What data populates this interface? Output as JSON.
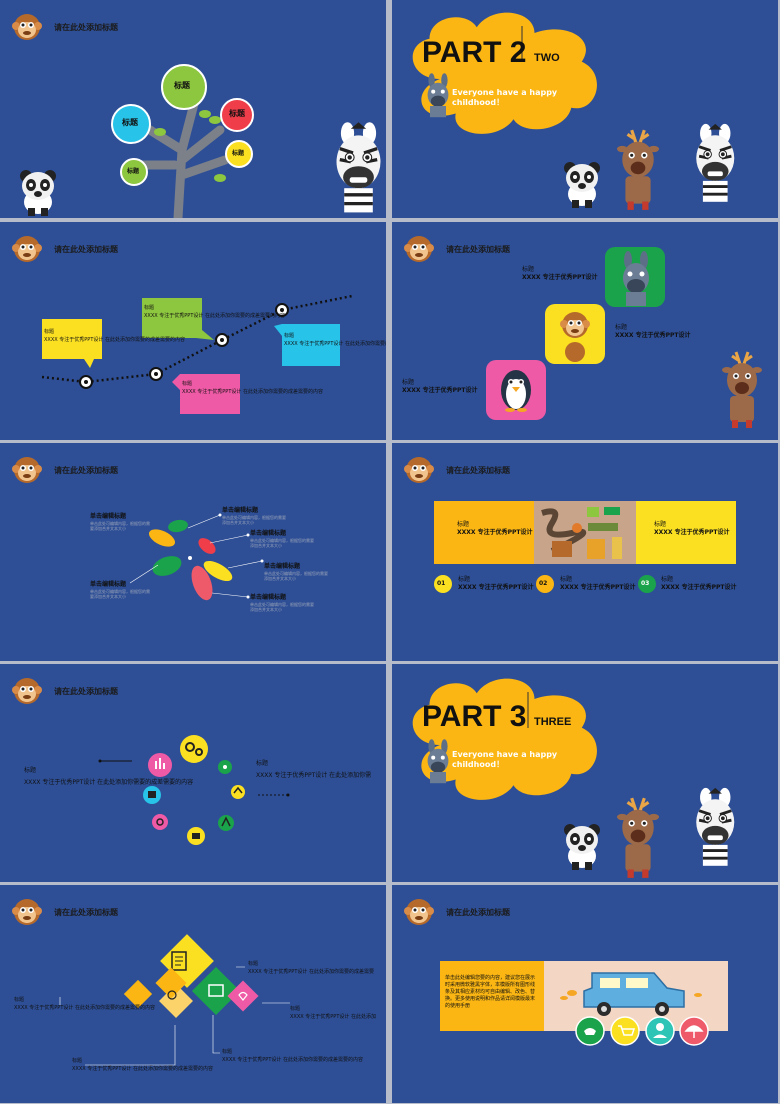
{
  "header_title": "请在此处添加标题",
  "slide1": {
    "bubbles": [
      "标题",
      "标题",
      "标题",
      "标题",
      "标题"
    ]
  },
  "slide2": {
    "part": "PART 2",
    "sub": "TWO",
    "tagline_1": "Everyone have a happy",
    "tagline_2": "childhood！"
  },
  "slide3": {
    "items": [
      {
        "title": "标题",
        "text": "XXXX 专注于优秀PPT设计 在此处添加你需要的成差需要的内容"
      },
      {
        "title": "标题",
        "text": "XXXX 专注于优秀PPT设计 在此处添加你需要的成差需要的内容"
      },
      {
        "title": "标题",
        "text": "XXXX 专注于优秀PPT设计 在此处添加你需要的成差需要的内容"
      },
      {
        "title": "标题",
        "text": "XXXX 专注于优秀PPT设计 在此处添加你需要的成差需要的内容"
      }
    ]
  },
  "slide4": {
    "items": [
      {
        "title": "标题",
        "text": "XXXX 专注于优秀PPT设计"
      },
      {
        "title": "标题",
        "text": "XXXX 专注于优秀PPT设计"
      },
      {
        "title": "标题",
        "text": "XXXX 专注于优秀PPT设计"
      }
    ]
  },
  "slide5": {
    "items": [
      {
        "title": "单击编辑标题",
        "text": "单击此处可编辑内容，根据您的需要添加合并文本大小"
      },
      {
        "title": "单击编辑标题",
        "text": "单击此处可编辑内容，根据您的需要添加合并文本大小"
      },
      {
        "title": "单击编辑标题",
        "text": "单击此处可编辑内容，根据您的需要添加合并文本大小"
      },
      {
        "title": "单击编辑标题",
        "text": "单击此处可编辑内容，根据您的需要添加合并文本大小"
      },
      {
        "title": "单击编辑标题",
        "text": "单击此处可编辑内容，根据您的需要添加合并文本大小"
      },
      {
        "title": "单击编辑标题",
        "text": "单击此处可编辑内容，根据您的需要添加合并文本大小"
      }
    ]
  },
  "slide6": {
    "box_left": {
      "title": "标题",
      "text": "XXXX 专注于优秀PPT设计"
    },
    "box_right": {
      "title": "标题",
      "text": "XXXX 专注于优秀PPT设计"
    },
    "steps": [
      {
        "num": "01",
        "title": "标题",
        "text": "XXXX 专注于优秀PPT设计"
      },
      {
        "num": "02",
        "title": "标题",
        "text": "XXXX 专注于优秀PPT设计"
      },
      {
        "num": "03",
        "title": "标题",
        "text": "XXXX 专注于优秀PPT设计"
      }
    ]
  },
  "slide7": {
    "left": {
      "title": "标题",
      "text": "XXXX 专注于优秀PPT设计 在此处添加你需要的成差需要的内容"
    },
    "right": {
      "title": "标题",
      "text": "XXXX 专注于优秀PPT设计 在此处添加你需"
    }
  },
  "slide8": {
    "part": "PART 3",
    "sub": "THREE",
    "tagline_1": "Everyone have a happy",
    "tagline_2": "childhood！"
  },
  "slide9": {
    "items": [
      {
        "title": "标题",
        "text": "XXXX 专注于优秀PPT设计 在此处添加你需要的成差需要"
      },
      {
        "title": "标题",
        "text": "XXXX 专注于优秀PPT设计 在此处添加你需要的成差需要的内容"
      },
      {
        "title": "标题",
        "text": "XXXX 专注于优秀PPT设计 在此处添加"
      },
      {
        "title": "标题",
        "text": "XXXX 专注于优秀PPT设计 在此处添加你需要的成差需要的内容"
      },
      {
        "title": "标题",
        "text": "XXXX 专注于优秀PPT设计 在此处添加你需要的成差需要的内容"
      }
    ]
  },
  "slide10": {
    "paragraph": "单击此处编辑您要的内容，建议您在展示时采用微软雅黑字体，本模版所有图形线条及其相应素材均可自由编辑、改色、替换。更多使用说明和作品请详阅模版最末的使用手册"
  },
  "colors": {
    "bg": "#2e4f96",
    "yellow": "#fbb613",
    "green": "#1aa34a",
    "pink": "#ef5aa6",
    "cyan": "#28c3e8",
    "red": "#ef3d4a",
    "lime": "#8dc63f"
  }
}
